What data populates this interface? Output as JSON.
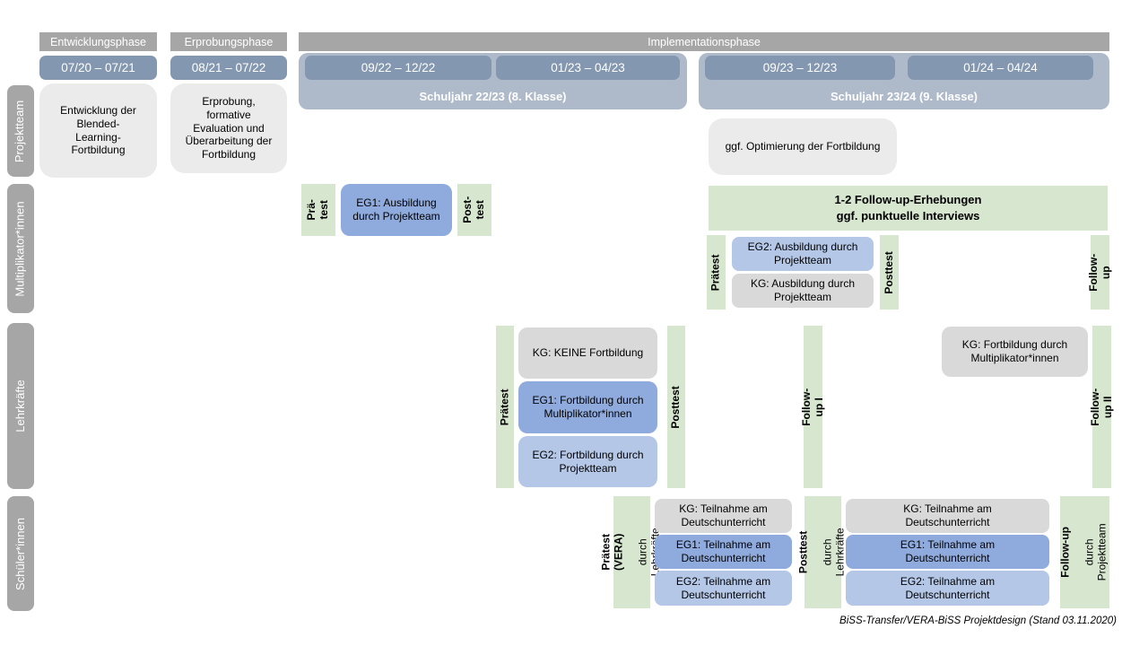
{
  "colors": {
    "phase_gray": "#a6a6a6",
    "date_blue": "#8497b0",
    "schuljahr_band_blue": "#aebaca",
    "row_label_gray": "#a6a6a6",
    "projektteam_box_gray": "#ebebeb",
    "kg_gray": "#d9d9d9",
    "eg1_blue": "#8faadc",
    "eg2_blue": "#b4c7e7",
    "assessment_green": "#d7e6cf"
  },
  "header": {
    "phases": [
      "Entwicklungsphase",
      "Erprobungsphase",
      "Implementationsphase"
    ],
    "date_ranges": [
      "07/20 – 07/21",
      "08/21 – 07/22",
      "09/22 – 12/22",
      "01/23 – 04/23",
      "09/23 – 12/23",
      "01/24 – 04/24"
    ],
    "school_years": [
      "Schuljahr 22/23 (8. Klasse)",
      "Schuljahr 23/24 (9. Klasse)"
    ]
  },
  "row_labels": [
    "Projektteam",
    "Multiplikator*innen",
    "Lehrkräfte",
    "Schüler*innen"
  ],
  "projektteam": {
    "entwicklung": "Entwicklung der Blended-Learning-Fortbildung",
    "erprobung": "Erprobung, formative Evaluation und Überarbeitung der Fortbildung",
    "optimierung": "ggf. Optimierung der Fortbildung"
  },
  "multiplikator": {
    "praetest_1": "Prä-\ntest",
    "eg1": "EG1: Ausbildung durch Projektteam",
    "posttest_1": "Post-\ntest",
    "followup_header": "1-2 Follow-up-Erhebungen\nggf. punktuelle Interviews",
    "praetest_2": "Prätest",
    "eg2": "EG2: Ausbildung durch Projektteam",
    "kg": "KG: Ausbildung durch Projektteam",
    "posttest_2": "Posttest",
    "followup": "Follow-up"
  },
  "lehrkraefte": {
    "praetest": "Prätest",
    "kg": "KG: KEINE Fortbildung",
    "eg1": "EG1: Fortbildung durch Multiplikator*innen",
    "eg2": "EG2: Fortbildung durch Projektteam",
    "posttest": "Posttest",
    "followup_1": "Follow-up I",
    "kg_2": "KG: Fortbildung durch Multiplikator*innen",
    "followup_2": "Follow-up II"
  },
  "schueler": {
    "praetest_title": "Prätest (VERA)",
    "praetest_sub": "durch Lehrkräfte",
    "kg_1": "KG: Teilnahme am Deutschunterricht",
    "eg1_1": "EG1: Teilnahme am Deutschunterricht",
    "eg2_1": "EG2: Teilnahme am Deutschunterricht",
    "posttest_title": "Posttest",
    "posttest_sub": "durch Lehrkräfte",
    "kg_2": "KG: Teilnahme am Deutschunterricht",
    "eg1_2": "EG1: Teilnahme am Deutschunterricht",
    "eg2_2": "EG2: Teilnahme am Deutschunterricht",
    "followup_title": "Follow-up",
    "followup_sub": "durch\nProjektteam"
  },
  "footer": {
    "caption": "BiSS-Transfer/VERA-BiSS Projektdesign (Stand 03.11.2020)"
  }
}
